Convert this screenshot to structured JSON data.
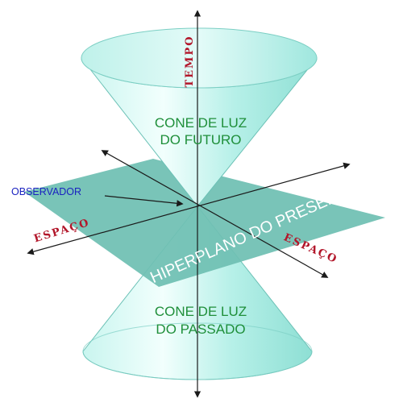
{
  "labels": {
    "time_axis": "TEMPO",
    "future_cone_line1": "CONE DE LUZ",
    "future_cone_line2": "DO FUTURO",
    "past_cone_line1": "CONE DE LUZ",
    "past_cone_line2": "DO PASSADO",
    "observer": "OBSERVADOR",
    "space_left": "ESPAÇO",
    "space_right": "ESPAÇO",
    "hyperplane": "HIPERPLANO DO PRESENTE"
  },
  "colors": {
    "cone_light": "#e6fbf8",
    "cone_mid": "#a8efe6",
    "cone_edge": "#5fb8ad",
    "plane": "#6fbfb3",
    "green_text": "#1f8f3a",
    "red_text": "#b2162a",
    "blue_text": "#1a22c0"
  }
}
